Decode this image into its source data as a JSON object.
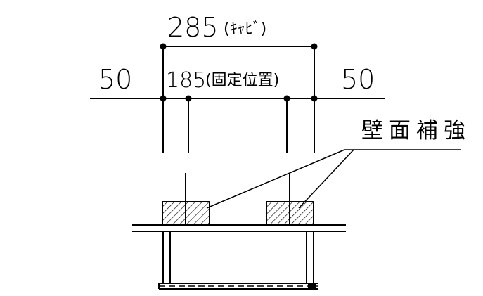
{
  "dimensions": {
    "cabinet_width": "285",
    "cabinet_note": "(ｷｬﾋﾞ)",
    "fixed_width": "185",
    "fixed_note": "(固定位置)",
    "left_margin": "50",
    "right_margin": "50"
  },
  "callout": {
    "label": "壁面補強"
  },
  "colors": {
    "line": "#000000",
    "background": "#ffffff"
  }
}
